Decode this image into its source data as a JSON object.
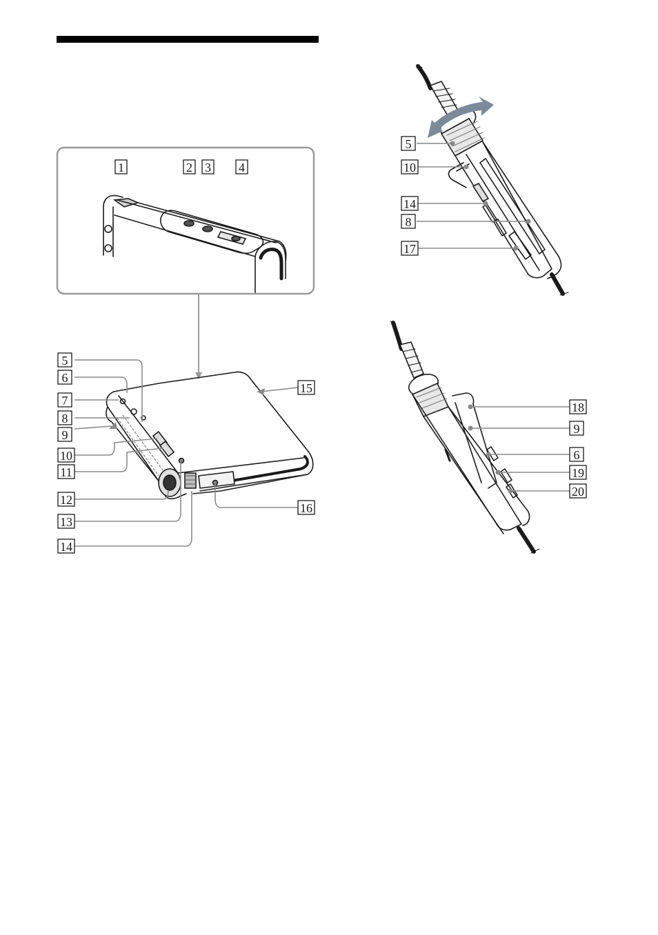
{
  "labels": {
    "main_unit": {
      "top_detail": [
        "1",
        "2",
        "3",
        "4"
      ],
      "left_side": [
        "5",
        "6",
        "7",
        "8",
        "9",
        "10",
        "11",
        "12",
        "13",
        "14"
      ],
      "right_side": [
        "15",
        "16"
      ]
    },
    "remote_front": [
      "5",
      "10",
      "14",
      "8",
      "17"
    ],
    "remote_back": [
      "18",
      "9",
      "6",
      "19",
      "20"
    ]
  },
  "colors": {
    "ink": "#1a1a1a",
    "leader": "#8a8a8a",
    "frame": "#9a9a9a",
    "arrow": "#7a8a99"
  }
}
